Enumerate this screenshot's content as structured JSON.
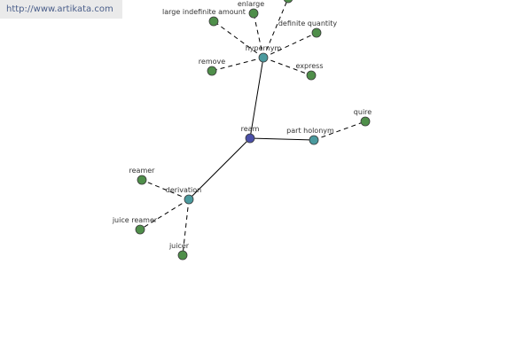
{
  "watermark": {
    "text": "http://www.artikata.com"
  },
  "colors": {
    "root": "#4a4fa8",
    "relation": "#4a9a9e",
    "leaf": "#4f8f4a"
  },
  "nodes": [
    {
      "id": "ream",
      "label": "ream",
      "kind": "root"
    },
    {
      "id": "hypernym",
      "label": "hypernym",
      "kind": "relation"
    },
    {
      "id": "part_holonym",
      "label": "part holonym",
      "kind": "relation"
    },
    {
      "id": "derivation",
      "label": "derivation",
      "kind": "relation"
    },
    {
      "id": "enlarge",
      "label": "enlarge",
      "kind": "leaf"
    },
    {
      "id": "large_indefinite_amount",
      "label": "large indefinite amount",
      "kind": "leaf"
    },
    {
      "id": "definite_quantity",
      "label": "definite quantity",
      "kind": "leaf"
    },
    {
      "id": "remove",
      "label": "remove",
      "kind": "leaf"
    },
    {
      "id": "express",
      "label": "express",
      "kind": "leaf"
    },
    {
      "id": "quire",
      "label": "quire",
      "kind": "leaf"
    },
    {
      "id": "reamer",
      "label": "reamer",
      "kind": "leaf"
    },
    {
      "id": "juice_reamer",
      "label": "juice reamer",
      "kind": "leaf"
    },
    {
      "id": "juicer",
      "label": "juicer",
      "kind": "leaf"
    },
    {
      "id": "offscreen_top",
      "label": "",
      "kind": "leaf"
    }
  ],
  "edges": [
    {
      "from": "ream",
      "to": "hypernym",
      "style": "solid"
    },
    {
      "from": "ream",
      "to": "part_holonym",
      "style": "solid"
    },
    {
      "from": "ream",
      "to": "derivation",
      "style": "solid"
    },
    {
      "from": "hypernym",
      "to": "enlarge",
      "style": "dashed"
    },
    {
      "from": "hypernym",
      "to": "large_indefinite_amount",
      "style": "dashed"
    },
    {
      "from": "hypernym",
      "to": "definite_quantity",
      "style": "dashed"
    },
    {
      "from": "hypernym",
      "to": "remove",
      "style": "dashed"
    },
    {
      "from": "hypernym",
      "to": "express",
      "style": "dashed"
    },
    {
      "from": "hypernym",
      "to": "offscreen_top",
      "style": "dashed"
    },
    {
      "from": "part_holonym",
      "to": "quire",
      "style": "dashed"
    },
    {
      "from": "derivation",
      "to": "reamer",
      "style": "dashed"
    },
    {
      "from": "derivation",
      "to": "juice_reamer",
      "style": "dashed"
    },
    {
      "from": "derivation",
      "to": "juicer",
      "style": "dashed"
    }
  ]
}
